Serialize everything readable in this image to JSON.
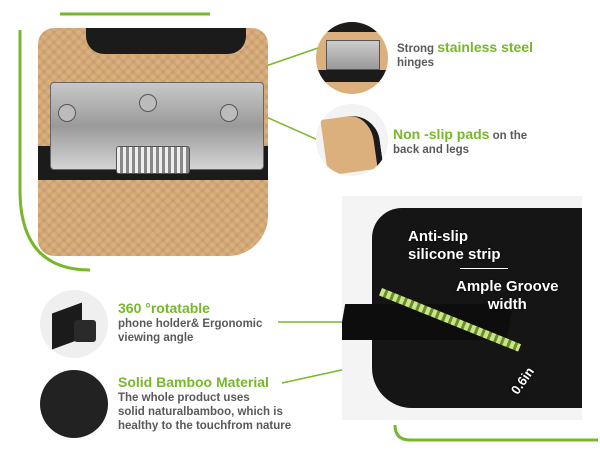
{
  "features": {
    "hinges": {
      "prefix": "Strong ",
      "highlight": "stainless steel",
      "suffix": "hinges"
    },
    "pads": {
      "highlight": "Non -slip pads",
      "suffix_line1": " on the",
      "suffix_line2": "back and legs"
    },
    "rotatable": {
      "highlight": "360 °rotatable",
      "line1": "phone holder& Ergonomic",
      "line2": "viewing angle"
    },
    "bamboo": {
      "highlight": "Solid Bamboo Material",
      "line1": "The whole product uses",
      "line2": "solid naturalbamboo, which is",
      "line3": "healthy to the touchfrom nature"
    }
  },
  "groove_callouts": {
    "strip_line1": "Anti-slip",
    "strip_line2": "silicone strip",
    "groove_line1": "Ample Groove",
    "groove_line2": "width",
    "measure": "0.6in"
  },
  "colors": {
    "accent": "#76b82a",
    "text": "#5a5a5a",
    "bamboo": "#dcb07c",
    "dark": "#1b1b1b"
  }
}
